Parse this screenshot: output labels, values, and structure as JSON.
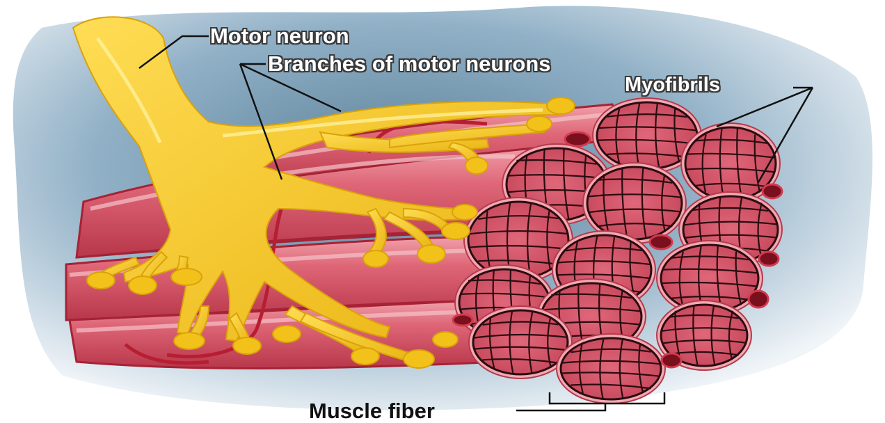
{
  "labels": {
    "motor_neuron": "Motor neuron",
    "branches": "Branches of motor neurons",
    "myofibrils": "Myofibrils",
    "muscle_fiber": "Muscle fiber"
  },
  "colors": {
    "background_wash": "#c5d8e6",
    "neuron": "#f2c21a",
    "neuron_highlight": "#ffe36a",
    "muscle": "#d9576a",
    "muscle_light": "#ee8f9c",
    "muscle_dark": "#a62235",
    "myofibril_fill": "#d65568",
    "myofibril_lines": "#2b0c10",
    "vessel": "#b81e32",
    "leader_line": "#111111"
  }
}
